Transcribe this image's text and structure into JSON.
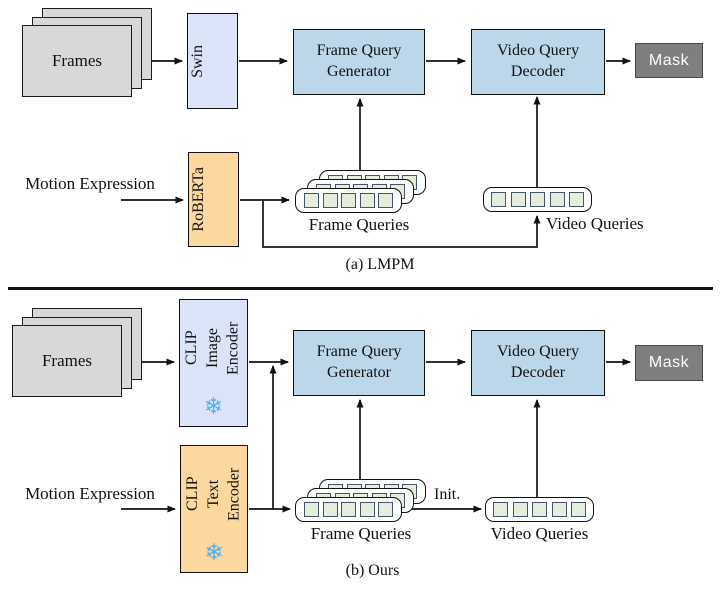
{
  "colors": {
    "process_blue": "#bcd6ea",
    "encoder_periwinkle": "#dae3f7",
    "encoder_orange": "#fcd79e",
    "frames_gray": "#d8d8d8",
    "mask_gray": "#7f7f7f",
    "query_slot_green": "#e4eeda",
    "query_slot_border": "#44546a",
    "snowflake_blue": "#58aeec"
  },
  "queries": {
    "slots_per_row": 5
  },
  "panel_a": {
    "caption": "(a) LMPM",
    "frames": "Frames",
    "backbone": "Swin",
    "text_encoder": "RoBERTa",
    "frame_query_generator": "Frame Query Generator",
    "video_query_decoder": "Video Query Decoder",
    "mask": "Mask",
    "motion_expression": "Motion Expression",
    "frame_queries": "Frame Queries",
    "video_queries": "Video Queries"
  },
  "panel_b": {
    "caption": "(b) Ours",
    "frames": "Frames",
    "image_encoder": {
      "lines": [
        "CLIP",
        "Image",
        "Encoder"
      ]
    },
    "text_encoder": {
      "lines": [
        "CLIP",
        "Text",
        "Encoder"
      ]
    },
    "snowflake": "❄",
    "frame_query_generator": "Frame Query Generator",
    "video_query_decoder": "Video Query Decoder",
    "mask": "Mask",
    "motion_expression": "Motion Expression",
    "frame_queries": "Frame Queries",
    "video_queries": "Video Queries",
    "init": "Init."
  }
}
